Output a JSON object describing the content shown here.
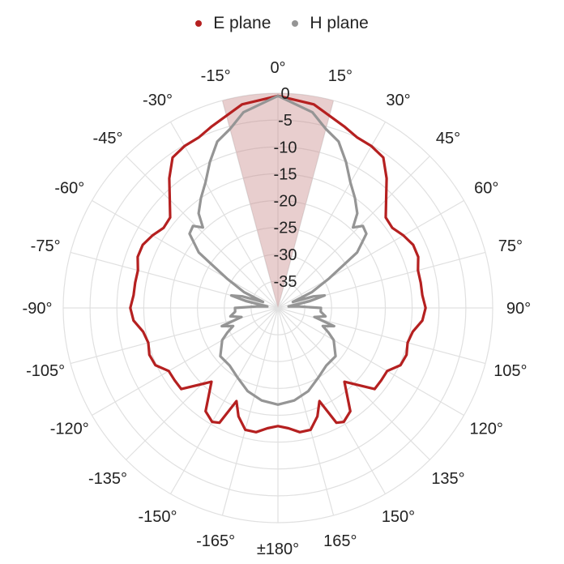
{
  "chart_data": {
    "type": "polar-line",
    "title": "",
    "radial_axis": {
      "range": [
        -40,
        0
      ],
      "tick_labels": [
        "0",
        "-5",
        "-10",
        "-15",
        "-20",
        "-25",
        "-30",
        "-35"
      ],
      "tick_values": [
        0,
        -5,
        -10,
        -15,
        -20,
        -25,
        -30,
        -35
      ]
    },
    "angular_axis": {
      "direction": "clockwise",
      "zero_at": "top",
      "tick_labels": [
        "0°",
        "15°",
        "30°",
        "45°",
        "60°",
        "75°",
        "90°",
        "105°",
        "120°",
        "135°",
        "150°",
        "165°",
        "±180°",
        "-165°",
        "-150°",
        "-135°",
        "-120°",
        "-105°",
        "-90°",
        "-75°",
        "-60°",
        "-45°",
        "-30°",
        "-15°"
      ],
      "tick_angles": [
        0,
        15,
        30,
        45,
        60,
        75,
        90,
        105,
        120,
        135,
        150,
        165,
        180,
        195,
        210,
        225,
        240,
        255,
        270,
        285,
        300,
        315,
        330,
        345
      ]
    },
    "highlight_sector": {
      "from_deg": -15,
      "to_deg": 15,
      "color": "#c98a8a"
    },
    "grid": true,
    "legend_position": "top-center",
    "series": [
      {
        "name": "E plane",
        "color": "#b52020",
        "points": [
          [
            0,
            -0.5
          ],
          [
            10,
            -1.5
          ],
          [
            20,
            -4
          ],
          [
            25,
            -5
          ],
          [
            30,
            -5.2
          ],
          [
            35,
            -5.8
          ],
          [
            40,
            -8.5
          ],
          [
            45,
            -11.5
          ],
          [
            50,
            -13.8
          ],
          [
            55,
            -14
          ],
          [
            60,
            -13
          ],
          [
            65,
            -12.2
          ],
          [
            70,
            -12.2
          ],
          [
            75,
            -13
          ],
          [
            80,
            -13
          ],
          [
            85,
            -13
          ],
          [
            90,
            -12.5
          ],
          [
            95,
            -13
          ],
          [
            100,
            -14.5
          ],
          [
            105,
            -15
          ],
          [
            110,
            -14.5
          ],
          [
            115,
            -14.8
          ],
          [
            120,
            -16.5
          ],
          [
            125,
            -16.5
          ],
          [
            130,
            -16.5
          ],
          [
            138,
            -21.5
          ],
          [
            145,
            -16.5
          ],
          [
            150,
            -15.5
          ],
          [
            153,
            -16
          ],
          [
            156,
            -21
          ],
          [
            160,
            -18.5
          ],
          [
            165,
            -16.5
          ],
          [
            170,
            -16.5
          ],
          [
            175,
            -17.5
          ],
          [
            180,
            -18
          ],
          [
            185,
            -17.5
          ],
          [
            190,
            -16.5
          ],
          [
            195,
            -16.5
          ],
          [
            200,
            -18.5
          ],
          [
            204,
            -21
          ],
          [
            207,
            -16
          ],
          [
            210,
            -15.5
          ],
          [
            215,
            -16.5
          ],
          [
            222,
            -21.5
          ],
          [
            230,
            -16.5
          ],
          [
            235,
            -16.5
          ],
          [
            240,
            -16.5
          ],
          [
            245,
            -14.8
          ],
          [
            250,
            -14.5
          ],
          [
            255,
            -15
          ],
          [
            260,
            -14.5
          ],
          [
            265,
            -13
          ],
          [
            270,
            -12.5
          ],
          [
            275,
            -13
          ],
          [
            280,
            -13
          ],
          [
            285,
            -13
          ],
          [
            290,
            -12.2
          ],
          [
            295,
            -12.2
          ],
          [
            300,
            -13
          ],
          [
            305,
            -14
          ],
          [
            310,
            -13.8
          ],
          [
            315,
            -11.5
          ],
          [
            320,
            -8.5
          ],
          [
            325,
            -5.8
          ],
          [
            330,
            -5.2
          ],
          [
            335,
            -5
          ],
          [
            340,
            -4
          ],
          [
            350,
            -1.5
          ]
        ]
      },
      {
        "name": "H plane",
        "color": "#959595",
        "points": [
          [
            0,
            -0.5
          ],
          [
            10,
            -3
          ],
          [
            15,
            -5.5
          ],
          [
            20,
            -7
          ],
          [
            25,
            -10
          ],
          [
            30,
            -13
          ],
          [
            35,
            -15
          ],
          [
            40,
            -17
          ],
          [
            43,
            -19.5
          ],
          [
            46,
            -18
          ],
          [
            50,
            -18.5
          ],
          [
            55,
            -22
          ],
          [
            60,
            -29
          ],
          [
            65,
            -33
          ],
          [
            68,
            -37
          ],
          [
            72,
            -33
          ],
          [
            75,
            -31
          ],
          [
            78,
            -34
          ],
          [
            82,
            -38
          ],
          [
            86,
            -36
          ],
          [
            90,
            -32
          ],
          [
            95,
            -32
          ],
          [
            100,
            -31
          ],
          [
            104,
            -33
          ],
          [
            108,
            -29
          ],
          [
            112,
            -31
          ],
          [
            116,
            -29.5
          ],
          [
            120,
            -28
          ],
          [
            130,
            -26
          ],
          [
            140,
            -26
          ],
          [
            150,
            -25
          ],
          [
            160,
            -23.5
          ],
          [
            170,
            -22.5
          ],
          [
            180,
            -22
          ],
          [
            190,
            -22.5
          ],
          [
            200,
            -23.5
          ],
          [
            210,
            -25
          ],
          [
            220,
            -26
          ],
          [
            230,
            -26
          ],
          [
            240,
            -28
          ],
          [
            244,
            -29.5
          ],
          [
            248,
            -31
          ],
          [
            252,
            -29
          ],
          [
            256,
            -33
          ],
          [
            260,
            -31
          ],
          [
            265,
            -32
          ],
          [
            270,
            -32
          ],
          [
            274,
            -36
          ],
          [
            278,
            -38
          ],
          [
            282,
            -34
          ],
          [
            285,
            -31
          ],
          [
            288,
            -33
          ],
          [
            292,
            -37
          ],
          [
            295,
            -33
          ],
          [
            300,
            -29
          ],
          [
            305,
            -22
          ],
          [
            310,
            -18.5
          ],
          [
            314,
            -18
          ],
          [
            317,
            -19.5
          ],
          [
            320,
            -17
          ],
          [
            325,
            -15
          ],
          [
            330,
            -13
          ],
          [
            335,
            -10
          ],
          [
            340,
            -7
          ],
          [
            345,
            -5.5
          ],
          [
            350,
            -3
          ]
        ]
      }
    ]
  }
}
